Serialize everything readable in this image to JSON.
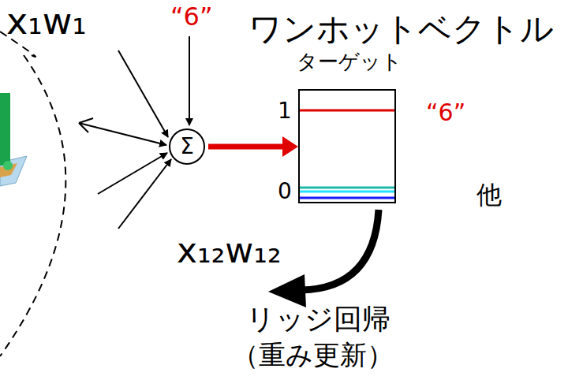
{
  "diagram": {
    "nodes": [
      {
        "text": [
          "Σ"
        ]
      },
      {
        "text": [
          "ワンホットベクトル",
          "ターゲット"
        ]
      }
    ],
    "edges": [
      {
        "from": 0,
        "to": 1,
        "arrow": "to"
      }
    ],
    "labels": [
      "x₁w₁",
      "“6”",
      "x₁₂w₁₂",
      "1",
      "“6”",
      "0",
      "他",
      "リッジ回帰",
      "（重み更新）"
    ]
  }
}
